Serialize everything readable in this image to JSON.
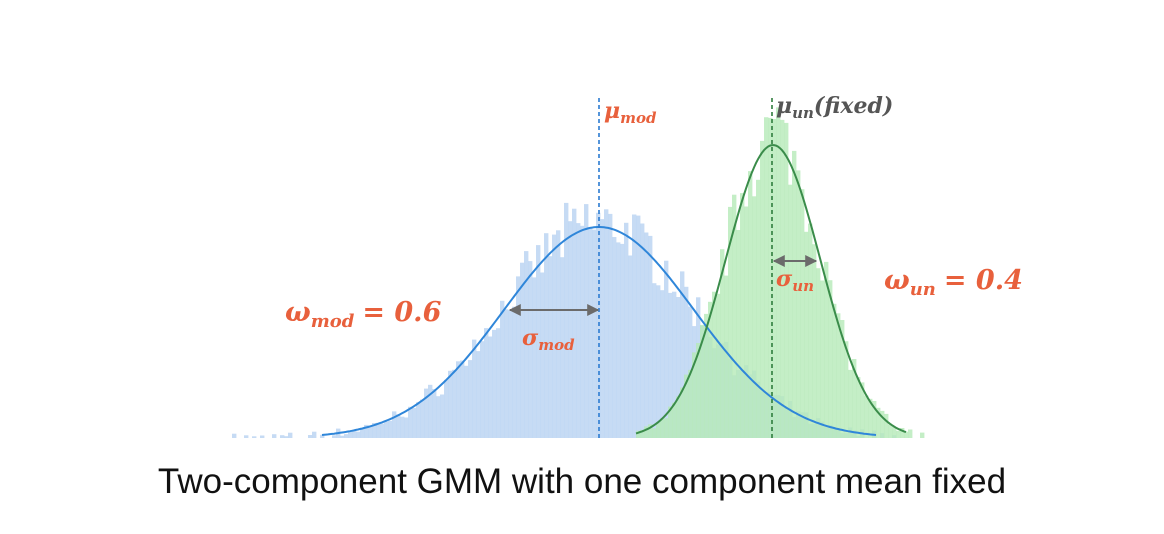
{
  "caption": "Two-component GMM with one component mean fixed",
  "labels": {
    "mu_mod": {
      "base": "μ",
      "sub": "mod"
    },
    "mu_un": {
      "base": "μ",
      "sub": "un",
      "suffix": "(fixed)"
    },
    "sigma_mod": {
      "base": "σ",
      "sub": "mod"
    },
    "sigma_un": {
      "base": "σ",
      "sub": "un"
    },
    "omega_mod": {
      "base": "ω",
      "sub": "mod",
      "value": "= 0.6"
    },
    "omega_un": {
      "base": "ω",
      "sub": "un",
      "value": "= 0.4"
    }
  },
  "colors": {
    "label_accent": "#e8603c",
    "label_dark": "#555555",
    "mod_hist": "#bcd5f2",
    "mod_curve": "#2f86d9",
    "mod_line": "#2b7bd1",
    "un_hist": "#b5eab8",
    "un_curve": "#3a8c4a",
    "un_line": "#2e7d3d",
    "arrow": "#6b6b6b"
  },
  "components": {
    "mod": {
      "mean": 0,
      "sd": 1,
      "weight": 0.6
    },
    "un": {
      "mean": 1.83,
      "sd": 0.5,
      "weight": 0.4
    }
  }
}
